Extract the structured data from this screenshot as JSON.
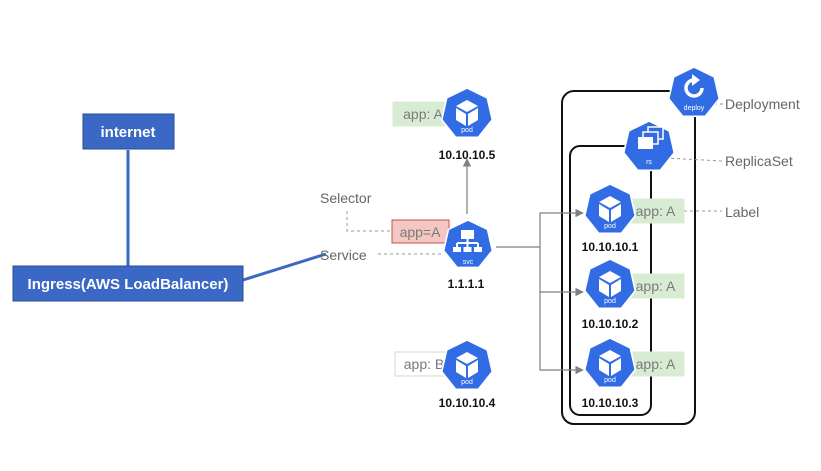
{
  "internet": {
    "label": "internet"
  },
  "ingress": {
    "label": "Ingress(AWS LoadBalancer)"
  },
  "service": {
    "icon": "svc-icon",
    "icon_label": "svc",
    "ip": "1.1.1.1",
    "name_label": "Service",
    "selector_label": "Selector",
    "selector_value": "app=A"
  },
  "deployment": {
    "icon": "deploy-icon",
    "icon_label": "deploy",
    "callout": "Deployment"
  },
  "replicaset": {
    "icon": "rs-icon",
    "icon_label": "rs",
    "callout": "ReplicaSet"
  },
  "label_callout": "Label",
  "pods": [
    {
      "id": "pod-top",
      "tag": "app: A",
      "ip": "10.10.10.5",
      "icon_label": "pod"
    },
    {
      "id": "pod-1",
      "tag": "app: A",
      "ip": "10.10.10.1",
      "icon_label": "pod"
    },
    {
      "id": "pod-2",
      "tag": "app: A",
      "ip": "10.10.10.2",
      "icon_label": "pod"
    },
    {
      "id": "pod-3",
      "tag": "app: A",
      "ip": "10.10.10.3",
      "icon_label": "pod"
    },
    {
      "id": "pod-b",
      "tag": "app: B",
      "ip": "10.10.10.4",
      "icon_label": "pod"
    }
  ],
  "colors": {
    "k8s_blue": "#326ce5",
    "box_blue": "#3a68c4",
    "tag_green": "#d8ecd3",
    "selector_red": "#f4c7c3",
    "line_gray": "#7f7f7f"
  }
}
